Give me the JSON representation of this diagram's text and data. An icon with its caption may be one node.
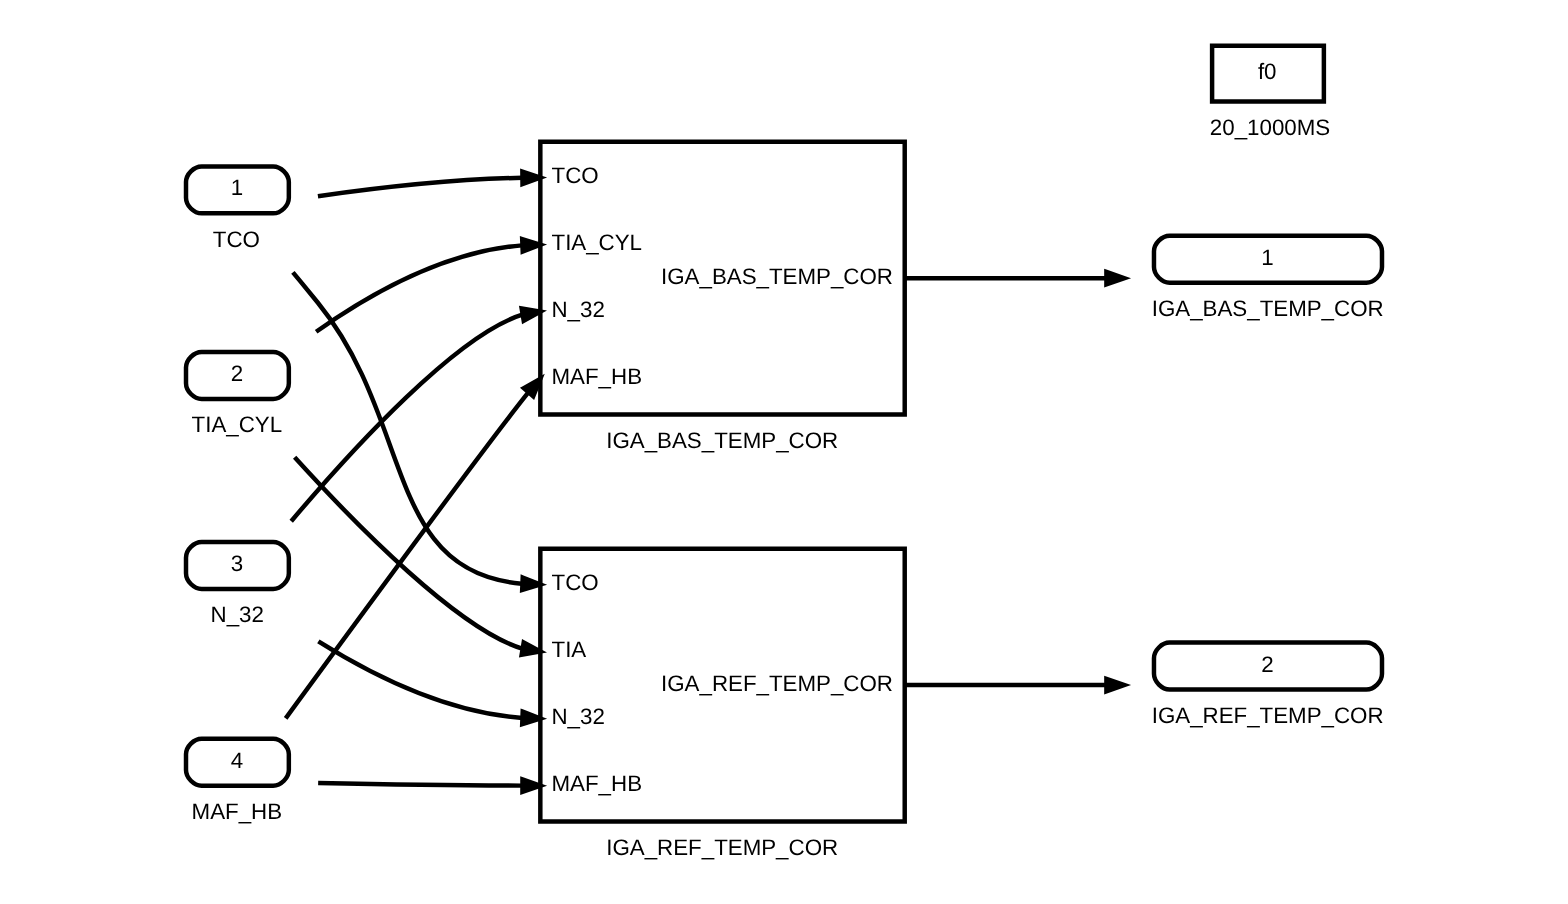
{
  "diagram": {
    "nodes": [
      {
        "text": [
          "1"
        ],
        "beside": [
          "TCO"
        ]
      },
      {
        "text": [
          "2"
        ],
        "beside": [
          "TIA_CYL"
        ]
      },
      {
        "text": [
          "3"
        ],
        "beside": [
          "N_32"
        ]
      },
      {
        "text": [
          "4"
        ],
        "beside": [
          "MAF_HB"
        ]
      },
      {
        "text": [
          "TCO",
          "TIA_CYL",
          "N_32",
          "MAF_HB",
          "IGA_BAS_TEMP_COR"
        ],
        "beside": [
          "IGA_BAS_TEMP_COR"
        ]
      },
      {
        "text": [
          "TCO",
          "TIA",
          "N_32",
          "MAF_HB",
          "IGA_REF_TEMP_COR"
        ],
        "beside": [
          "IGA_REF_TEMP_COR"
        ]
      },
      {
        "text": [
          "1"
        ],
        "beside": [
          "IGA_BAS_TEMP_COR"
        ]
      },
      {
        "text": [
          "2"
        ],
        "beside": [
          "IGA_REF_TEMP_COR"
        ]
      },
      {
        "text": [
          "f0"
        ],
        "beside": [
          "20_1000MS"
        ]
      }
    ],
    "edges": [
      {
        "from": 0,
        "to": 4,
        "arrow": "to"
      },
      {
        "from": 0,
        "to": 5,
        "arrow": "to"
      },
      {
        "from": 1,
        "to": 4,
        "arrow": "to"
      },
      {
        "from": 1,
        "to": 5,
        "arrow": "to"
      },
      {
        "from": 2,
        "to": 4,
        "arrow": "to"
      },
      {
        "from": 2,
        "to": 5,
        "arrow": "to"
      },
      {
        "from": 3,
        "to": 4,
        "arrow": "to"
      },
      {
        "from": 3,
        "to": 5,
        "arrow": "to"
      },
      {
        "from": 4,
        "to": 6,
        "arrow": "to"
      },
      {
        "from": 5,
        "to": 7,
        "arrow": "to"
      }
    ]
  }
}
